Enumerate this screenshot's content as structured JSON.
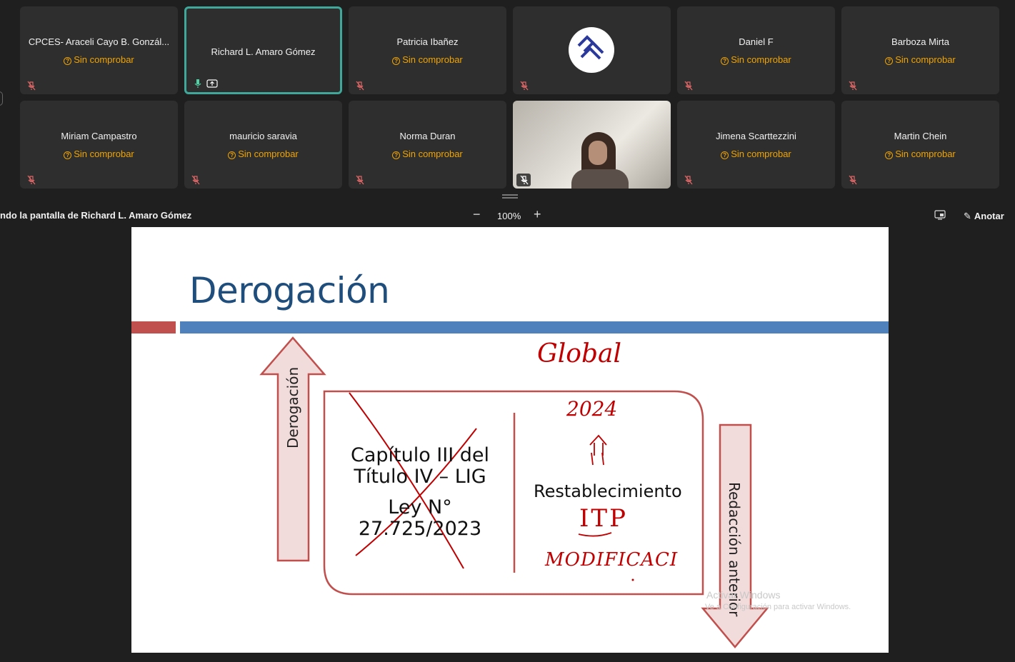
{
  "participants": [
    {
      "name": "CPCES- Araceli Cayo B. Gonzál...",
      "status": "Sin comprobar",
      "type": "placeholder"
    },
    {
      "name": "Richard L. Amaro Gómez",
      "status": "",
      "type": "active"
    },
    {
      "name": "Patricia Ibañez",
      "status": "Sin comprobar",
      "type": "placeholder"
    },
    {
      "name": "",
      "status": "",
      "type": "logo"
    },
    {
      "name": "Daniel F",
      "status": "Sin comprobar",
      "type": "placeholder"
    },
    {
      "name": "Barboza Mirta",
      "status": "Sin comprobar",
      "type": "placeholder"
    },
    {
      "name": "Miriam Campastro",
      "status": "Sin comprobar",
      "type": "placeholder"
    },
    {
      "name": "mauricio saravia",
      "status": "Sin comprobar",
      "type": "placeholder"
    },
    {
      "name": "Norma Duran",
      "status": "Sin comprobar",
      "type": "placeholder"
    },
    {
      "name": "",
      "status": "",
      "type": "video"
    },
    {
      "name": "Jimena Scarttezzini",
      "status": "Sin comprobar",
      "type": "placeholder"
    },
    {
      "name": "Martin Chein",
      "status": "Sin comprobar",
      "type": "placeholder"
    }
  ],
  "toolbar": {
    "share_title": "ndo la pantalla de Richard L. Amaro Gómez",
    "zoom_minus": "−",
    "zoom_level": "100%",
    "zoom_plus": "+",
    "annotate_label": "Anotar"
  },
  "slide": {
    "title": "Derogación",
    "box_line1": "Capítulo III del",
    "box_line2": "Título IV – LIG",
    "box_line3": "Ley N°",
    "box_line4": "27.725/2023",
    "right_text": "Restablecimiento",
    "up_arrow_label": "Derogación",
    "down_arrow_label": "Redacción anterior",
    "ink_global": "Global",
    "ink_year": "2024",
    "ink_itp": "ITP",
    "ink_modif": "MODIFICACI",
    "watermark_line1": "Activar Windows",
    "watermark_line2": "Ve a Configuración para activar Windows."
  },
  "colors": {
    "accent_active": "#3fa89a",
    "status_warning": "#f0a400",
    "slide_title": "#1f4e7c",
    "bar_red": "#c0504d",
    "bar_blue": "#4f81bd",
    "ink_red": "#c00000"
  }
}
